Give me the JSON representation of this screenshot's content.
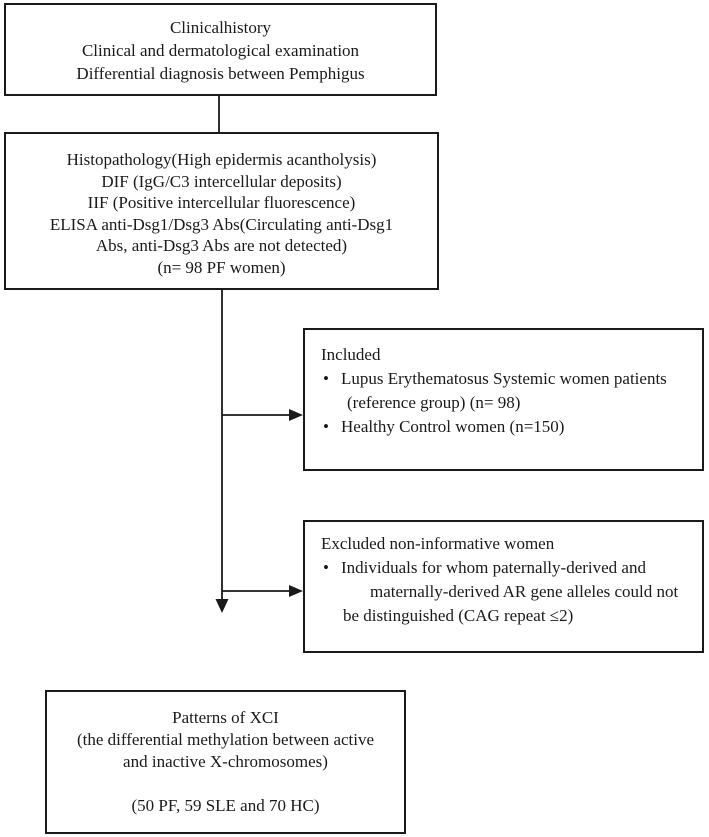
{
  "figure": {
    "type": "flowchart",
    "description": "Study flow diagram for pemphigus foliaceus (PF) women, SLE reference group and healthy controls leading to X-chromosome inactivation (XCI) pattern analysis"
  },
  "glyphs": {
    "bullet": "•"
  },
  "colors": {
    "line": "#1a1a1a",
    "text": "#1a1a1a",
    "background": "#ffffff"
  },
  "boxes": {
    "clinical": {
      "line1": "Clinicalhistory",
      "line2": "Clinical and dermatological examination",
      "line3": "Differential diagnosis between Pemphigus"
    },
    "diagnostics": {
      "line1": "Histopathology(High epidermis acantholysis)",
      "line2": "DIF (IgG/C3 intercellular deposits)",
      "line3": "IIF (Positive intercellular fluorescence)",
      "line4": "ELISA anti-Dsg1/Dsg3 Abs(Circulating anti-Dsg1",
      "line5": "Abs, anti-Dsg3 Abs are not detected)",
      "line6": "(n= 98 PF women)"
    },
    "included": {
      "title": "Included",
      "item1_line1": "Lupus Erythematosus Systemic women patients",
      "item1_line2": "(reference group) (n= 98)",
      "item2_line1": "Healthy Control women (n=150)"
    },
    "excluded": {
      "title": "Excluded non-informative women",
      "item1_line1": "Individuals for whom paternally-derived and",
      "item1_line2": "maternally-derived AR gene alleles could not",
      "item1_line3": "be distinguished (CAG repeat ≤2)"
    },
    "patterns": {
      "line1": "Patterns of XCI",
      "line2": "(the differential methylation between active",
      "line3": "and inactive X-chromosomes)",
      "footnote": "(50 PF, 59 SLE and 70 HC)"
    }
  }
}
